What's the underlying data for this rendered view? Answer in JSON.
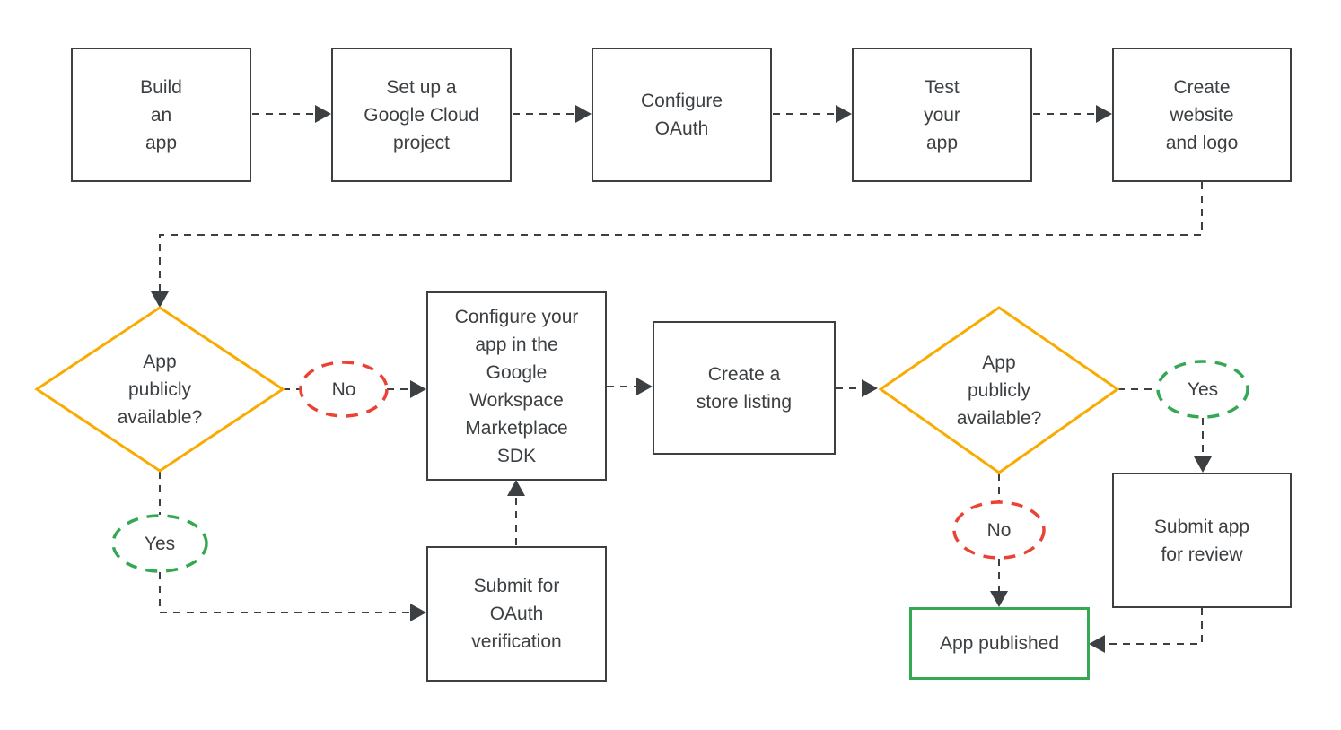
{
  "diagram": {
    "type": "flowchart",
    "colors": {
      "line": "#3C4043",
      "text": "#3C4043",
      "process_border": "#3C4043",
      "decision_border": "#F9AB00",
      "no_badge_border": "#EA4335",
      "yes_badge_border": "#34A853",
      "published_border": "#34A853",
      "background": "#FFFFFF"
    },
    "nodes": [
      {
        "id": "build-app",
        "type": "process",
        "label": "Build\nan\napp"
      },
      {
        "id": "setup-project",
        "type": "process",
        "label": "Set up a\nGoogle Cloud\nproject"
      },
      {
        "id": "configure-oauth",
        "type": "process",
        "label": "Configure\nOAuth"
      },
      {
        "id": "test-app",
        "type": "process",
        "label": "Test\nyour\napp"
      },
      {
        "id": "create-website",
        "type": "process",
        "label": "Create\nwebsite\nand logo"
      },
      {
        "id": "app-publicly-available-1",
        "type": "decision",
        "label": "App\npublicly\navailable?"
      },
      {
        "id": "no-1",
        "type": "edge-label",
        "label": "No"
      },
      {
        "id": "configure-marketplace-sdk",
        "type": "process",
        "label": "Configure your\napp in the\nGoogle\nWorkspace\nMarketplace\nSDK"
      },
      {
        "id": "create-store-listing",
        "type": "process",
        "label": "Create a\nstore listing"
      },
      {
        "id": "app-publicly-available-2",
        "type": "decision",
        "label": "App\npublicly\navailable?"
      },
      {
        "id": "yes-2",
        "type": "edge-label",
        "label": "Yes"
      },
      {
        "id": "submit-app-for-review",
        "type": "process",
        "label": "Submit app\nfor review"
      },
      {
        "id": "no-2",
        "type": "edge-label",
        "label": "No"
      },
      {
        "id": "app-published",
        "type": "terminal",
        "label": "App published"
      },
      {
        "id": "yes-1",
        "type": "edge-label",
        "label": "Yes"
      },
      {
        "id": "submit-oauth-verification",
        "type": "process",
        "label": "Submit for\nOAuth\nverification"
      }
    ],
    "edges": [
      {
        "from": "build-app",
        "to": "setup-project",
        "branch": null
      },
      {
        "from": "setup-project",
        "to": "configure-oauth",
        "branch": null
      },
      {
        "from": "configure-oauth",
        "to": "test-app",
        "branch": null
      },
      {
        "from": "test-app",
        "to": "create-website",
        "branch": null
      },
      {
        "from": "create-website",
        "to": "app-publicly-available-1",
        "branch": null
      },
      {
        "from": "app-publicly-available-1",
        "to": "configure-marketplace-sdk",
        "branch": "No"
      },
      {
        "from": "app-publicly-available-1",
        "to": "submit-oauth-verification",
        "branch": "Yes"
      },
      {
        "from": "submit-oauth-verification",
        "to": "configure-marketplace-sdk",
        "branch": null
      },
      {
        "from": "configure-marketplace-sdk",
        "to": "create-store-listing",
        "branch": null
      },
      {
        "from": "create-store-listing",
        "to": "app-publicly-available-2",
        "branch": null
      },
      {
        "from": "app-publicly-available-2",
        "to": "submit-app-for-review",
        "branch": "Yes"
      },
      {
        "from": "app-publicly-available-2",
        "to": "app-published",
        "branch": "No"
      },
      {
        "from": "submit-app-for-review",
        "to": "app-published",
        "branch": null
      }
    ]
  }
}
